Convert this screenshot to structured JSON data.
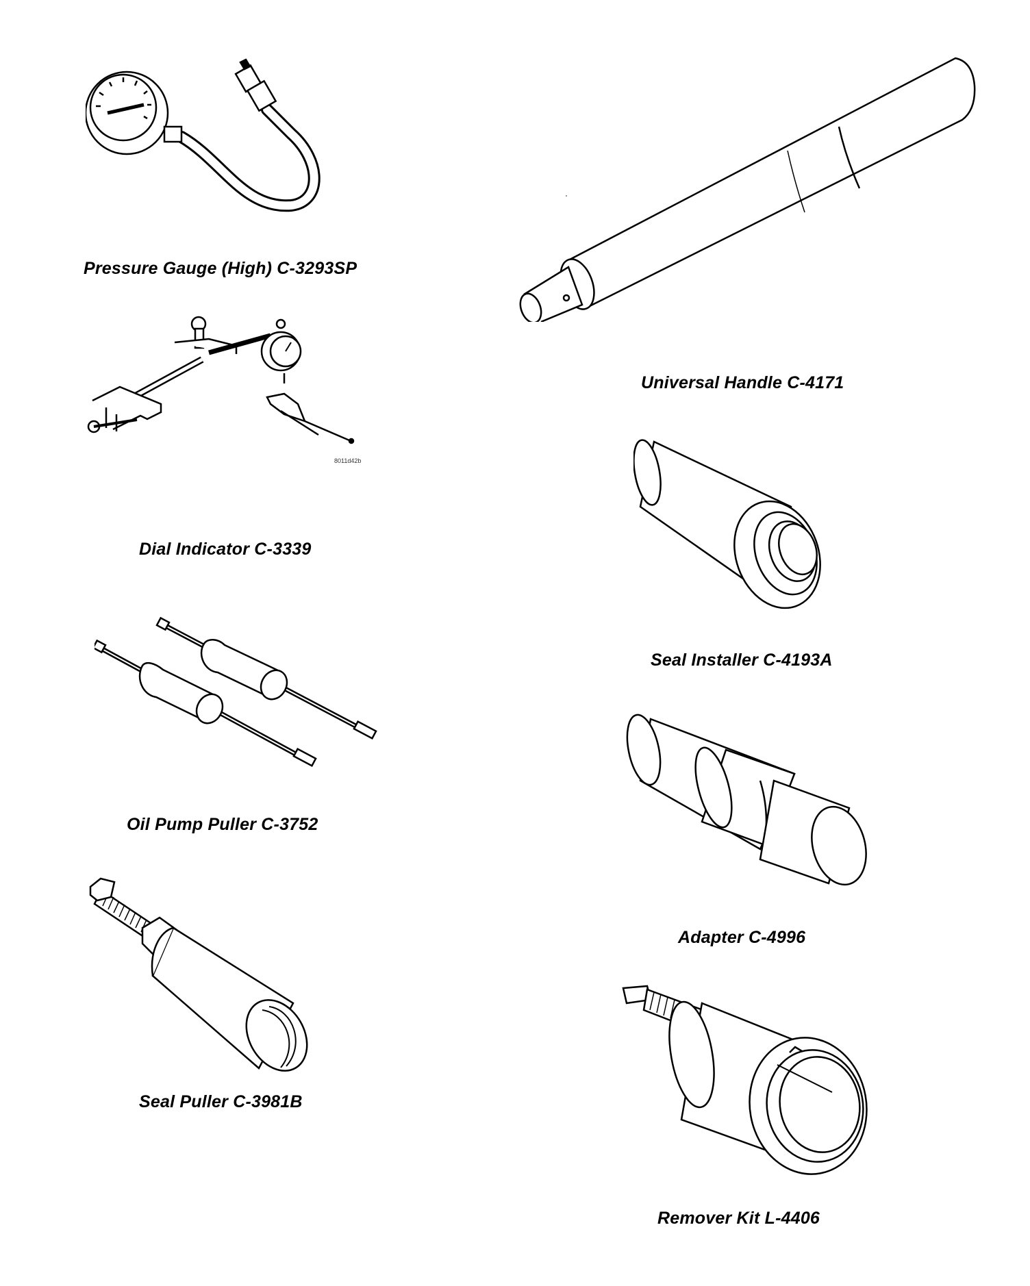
{
  "tools": [
    {
      "label": "Pressure Gauge (High) C-3293SP"
    },
    {
      "label": "Dial Indicator C-3339",
      "figure_code": "8011d42b"
    },
    {
      "label": "Oil Pump Puller C-3752"
    },
    {
      "label": "Seal Puller C-3981B"
    },
    {
      "label": "Universal Handle C-4171"
    },
    {
      "label": "Seal Installer C-4193A"
    },
    {
      "label": "Adapter C-4996"
    },
    {
      "label": "Remover Kit L-4406"
    }
  ],
  "colors": {
    "ink": "#000000",
    "paper": "#ffffff"
  }
}
